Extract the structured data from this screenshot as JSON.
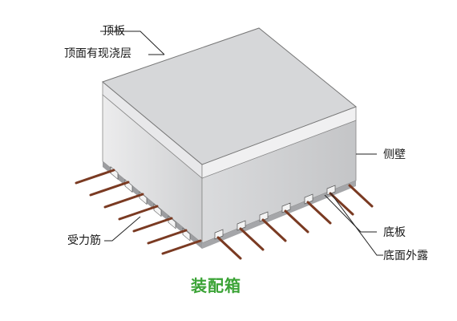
{
  "labels": {
    "top_plate": "顶板",
    "top_cast_layer": "顶面有现浇层",
    "side_wall": "侧壁",
    "rebar": "受力筋",
    "bottom_plate": "底板",
    "bottom_exposed": "底面外露"
  },
  "caption": "装配箱",
  "colors": {
    "top_face": "#d6d7d9",
    "top_edge": "#eeeeef",
    "side_face": "#d4d5d7",
    "rebar": "#7a3a22",
    "caption": "#3aa335",
    "line": "#222222"
  }
}
